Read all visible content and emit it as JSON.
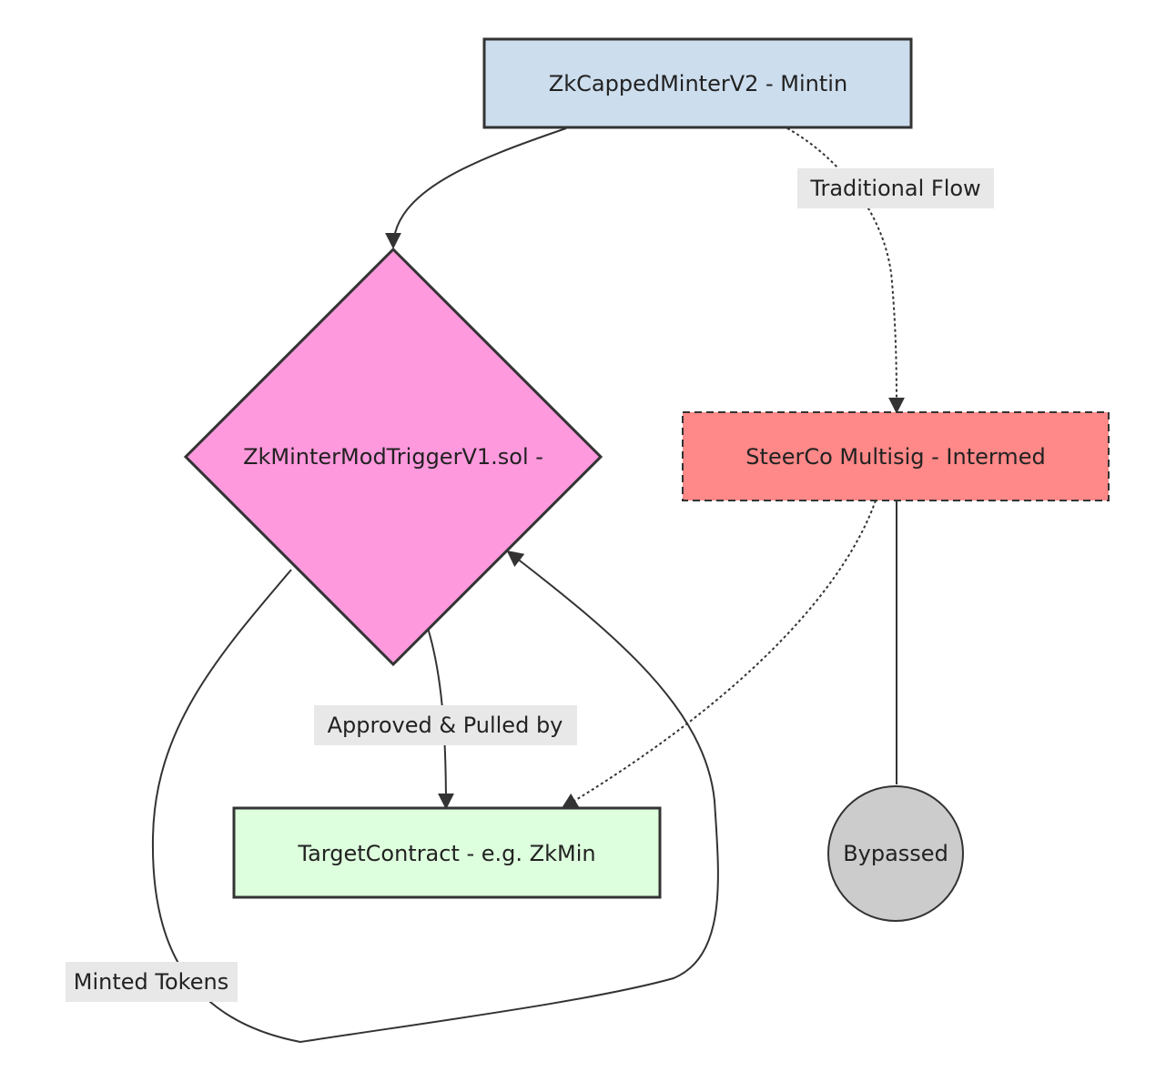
{
  "nodes": {
    "minter": {
      "label": "ZkCappedMinterV2 - Mintin",
      "fill": "#ccdded",
      "stroke": "#333333"
    },
    "trigger": {
      "label": "ZkMinterModTriggerV1.sol -",
      "fill": "#ff99dd",
      "stroke": "#333333"
    },
    "steerco": {
      "label": "SteerCo Multisig - Intermed",
      "fill": "#ff8888",
      "stroke": "#333333"
    },
    "target": {
      "label": "TargetContract - e.g. ZkMin",
      "fill": "#ddffdd",
      "stroke": "#333333"
    },
    "bypassed": {
      "label": "Bypassed",
      "fill": "#cccccc",
      "stroke": "#333333"
    }
  },
  "edges": {
    "traditional_flow": "Traditional Flow",
    "approved_pulled": "Approved & Pulled by",
    "minted_tokens": "Minted Tokens"
  },
  "colors": {
    "edge": "#333333",
    "label_background": "#e8e8e8"
  }
}
